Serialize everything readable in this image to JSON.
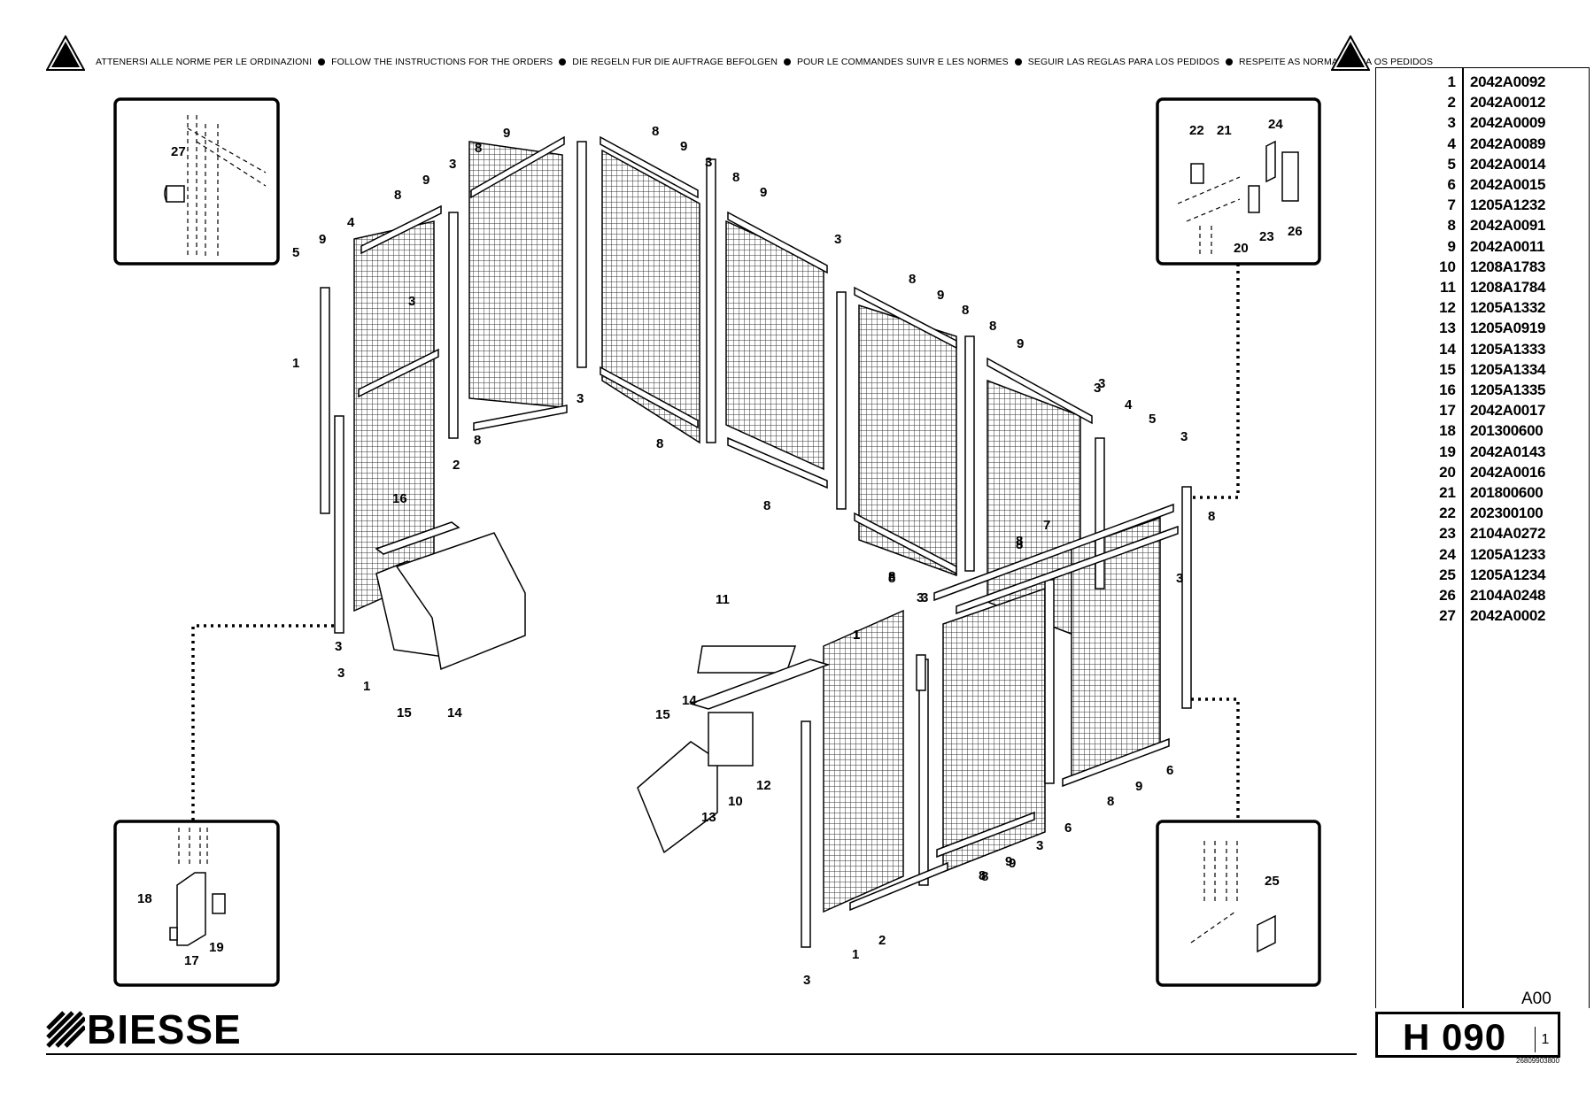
{
  "header": {
    "instructions": [
      "ATTENERSI ALLE NORME PER LE ORDINAZIONI",
      "FOLLOW THE INSTRUCTIONS FOR THE ORDERS",
      "DIE REGELN FUR DIE AUFTRAGE BEFOLGEN",
      "POUR LE COMMANDES SUIVR E LES NORMES",
      "SEGUIR LAS REGLAS PARA LOS PEDIDOS",
      "RESPEITE AS NORMAS PARA OS PEDIDOS"
    ],
    "icon": "warning-triangle-icon"
  },
  "parts": [
    {
      "num": "1",
      "code": "2042A0092"
    },
    {
      "num": "2",
      "code": "2042A0012"
    },
    {
      "num": "3",
      "code": "2042A0009"
    },
    {
      "num": "4",
      "code": "2042A0089"
    },
    {
      "num": "5",
      "code": "2042A0014"
    },
    {
      "num": "6",
      "code": "2042A0015"
    },
    {
      "num": "7",
      "code": "1205A1232"
    },
    {
      "num": "8",
      "code": "2042A0091"
    },
    {
      "num": "9",
      "code": "2042A0011"
    },
    {
      "num": "10",
      "code": "1208A1783"
    },
    {
      "num": "11",
      "code": "1208A1784"
    },
    {
      "num": "12",
      "code": "1205A1332"
    },
    {
      "num": "13",
      "code": "1205A0919"
    },
    {
      "num": "14",
      "code": "1205A1333"
    },
    {
      "num": "15",
      "code": "1205A1334"
    },
    {
      "num": "16",
      "code": "1205A1335"
    },
    {
      "num": "17",
      "code": "2042A0017"
    },
    {
      "num": "18",
      "code": "201300600"
    },
    {
      "num": "19",
      "code": "2042A0143"
    },
    {
      "num": "20",
      "code": "2042A0016"
    },
    {
      "num": "21",
      "code": "201800600"
    },
    {
      "num": "22",
      "code": "202300100"
    },
    {
      "num": "23",
      "code": "2104A0272"
    },
    {
      "num": "24",
      "code": "1205A1233"
    },
    {
      "num": "25",
      "code": "1205A1234"
    },
    {
      "num": "26",
      "code": "2104A0248"
    },
    {
      "num": "27",
      "code": "2042A0002"
    }
  ],
  "title_block": {
    "revision": "A00",
    "drawing_code": "H 090",
    "sheet": "1",
    "drawing_number": "26809903800",
    "brand": "BIESSE"
  },
  "callouts": {
    "inset_tl": [
      "27"
    ],
    "inset_tr": [
      "22",
      "21",
      "24",
      "26",
      "20",
      "23"
    ],
    "inset_bl": [
      "18",
      "17",
      "19"
    ],
    "inset_br": [
      "25"
    ],
    "main": [
      "9",
      "8",
      "9",
      "8",
      "9",
      "8",
      "3",
      "8",
      "9",
      "3",
      "8",
      "9",
      "8",
      "9",
      "3",
      "8",
      "9",
      "3",
      "4",
      "5",
      "3",
      "3",
      "1",
      "3",
      "8",
      "8",
      "3",
      "8",
      "8",
      "2",
      "16",
      "8",
      "3",
      "8",
      "3",
      "4",
      "5",
      "3",
      "7",
      "8",
      "8",
      "3",
      "1",
      "11",
      "14",
      "15",
      "12",
      "10",
      "13",
      "15",
      "14",
      "1",
      "3",
      "2",
      "1",
      "3",
      "3",
      "8",
      "9",
      "6",
      "9",
      "8",
      "6",
      "9",
      "8"
    ]
  },
  "colors": {
    "ink": "#000000",
    "paper": "#ffffff",
    "mesh": "#555555"
  }
}
